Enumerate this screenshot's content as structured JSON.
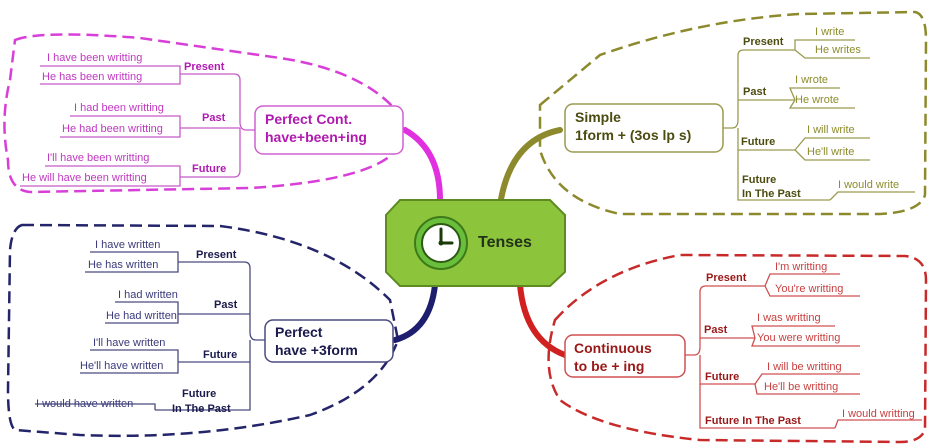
{
  "center": {
    "label": "Tenses",
    "icon": "clock-icon"
  },
  "colors": {
    "magenta": "#d83fd8",
    "olive": "#8c8a2c",
    "navy": "#24246a",
    "red": "#c82a2a",
    "center_fill": "#8cc43c"
  },
  "branches": {
    "perfect_cont": {
      "title_line1": "Perfect Cont.",
      "title_line2": "have+been+ing",
      "groups": [
        {
          "label": "Present",
          "items": [
            "I have been writting",
            "He has been writting"
          ]
        },
        {
          "label": "Past",
          "items": [
            "I had been writting",
            "He had been writting"
          ]
        },
        {
          "label": "Future",
          "items": [
            "I'll have been writting",
            "He will have been writting"
          ]
        }
      ]
    },
    "simple": {
      "title_line1": "Simple",
      "title_line2": "1form + (3os lp s)",
      "groups": [
        {
          "label": "Present",
          "items": [
            "I write",
            "He writes"
          ]
        },
        {
          "label": "Past",
          "items": [
            "I wrote",
            "He wrote"
          ]
        },
        {
          "label": "Future",
          "items": [
            "I will write",
            "He'll write"
          ]
        },
        {
          "label_line1": "Future",
          "label_line2": "In The Past",
          "items": [
            "I would write"
          ]
        }
      ]
    },
    "perfect": {
      "title_line1": "Perfect",
      "title_line2": "have +3form",
      "groups": [
        {
          "label": "Present",
          "items": [
            "I have written",
            "He has written"
          ]
        },
        {
          "label": "Past",
          "items": [
            "I had written",
            "He had written"
          ]
        },
        {
          "label": "Future",
          "items": [
            "I'll have written",
            "He'll have written"
          ]
        },
        {
          "label_line1": "Future",
          "label_line2": "In The Past",
          "items": [
            "I would have written"
          ]
        }
      ]
    },
    "continuous": {
      "title_line1": "Continuous",
      "title_line2": "to be + ing",
      "groups": [
        {
          "label": "Present",
          "items": [
            "I'm writting",
            "You're writting"
          ]
        },
        {
          "label": "Past",
          "items": [
            "I was writting",
            "You were writting"
          ]
        },
        {
          "label": "Future",
          "items": [
            "I will be writting",
            "He'll be writting"
          ]
        },
        {
          "label": "Future In The Past",
          "items": [
            "I would writting"
          ]
        }
      ]
    }
  }
}
